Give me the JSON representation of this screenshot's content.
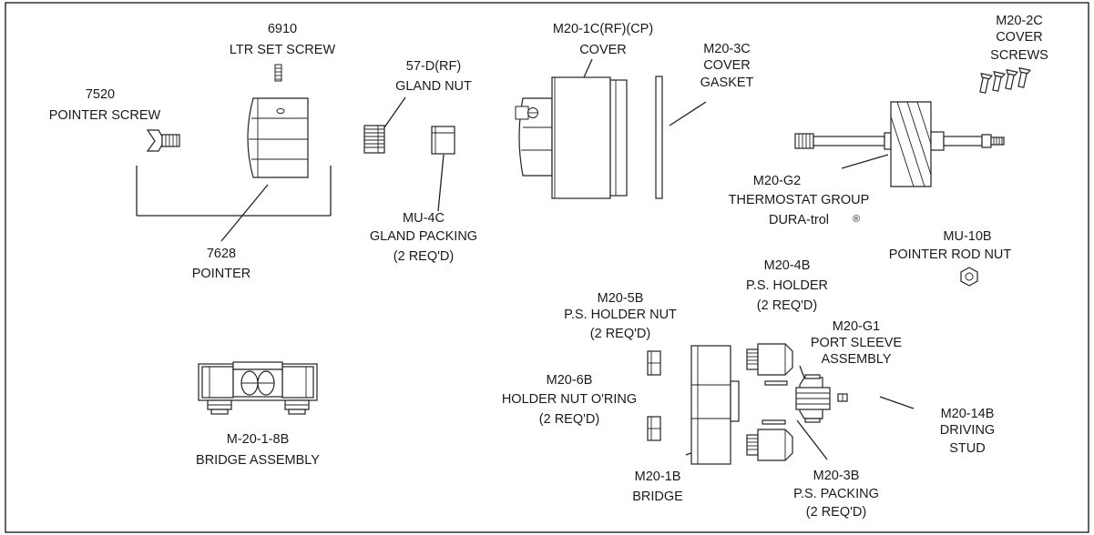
{
  "labels": {
    "ltr_set_screw": [
      "6910",
      "LTR SET SCREW"
    ],
    "pointer_screw": [
      "7520",
      "POINTER SCREW"
    ],
    "gland_nut": [
      "57-D(RF)",
      "GLAND NUT"
    ],
    "cover": [
      "M20-1C(RF)(CP)",
      "COVER"
    ],
    "cover_gasket": [
      "M20-3C",
      "COVER",
      "GASKET"
    ],
    "cover_screws": [
      "M20-2C",
      "COVER",
      "SCREWS"
    ],
    "thermostat_group": [
      "M20-G2",
      "THERMOSTAT GROUP",
      "DURA-trol"
    ],
    "registered_mark": "®",
    "pointer": [
      "7628",
      "POINTER"
    ],
    "gland_packing": [
      "MU-4C",
      "GLAND PACKING",
      "(2 REQ'D)"
    ],
    "pointer_rod_nut": [
      "MU-10B",
      "POINTER ROD NUT"
    ],
    "ps_holder": [
      "M20-4B",
      "P.S. HOLDER",
      "(2 REQ'D)"
    ],
    "ps_holder_nut": [
      "M20-5B",
      "P.S. HOLDER NUT",
      "(2 REQ'D)"
    ],
    "port_sleeve": [
      "M20-G1",
      "PORT SLEEVE",
      "ASSEMBLY"
    ],
    "holder_nut_oring": [
      "M20-6B",
      "HOLDER NUT O'RING",
      "(2 REQ'D)"
    ],
    "driving_stud": [
      "M20-14B",
      "DRIVING",
      "STUD"
    ],
    "bridge_assembly": [
      "M-20-1-8B",
      "BRIDGE ASSEMBLY"
    ],
    "bridge": [
      "M20-1B",
      "BRIDGE"
    ],
    "ps_packing": [
      "M20-3B",
      "P.S. PACKING",
      "(2 REQ'D)"
    ]
  }
}
